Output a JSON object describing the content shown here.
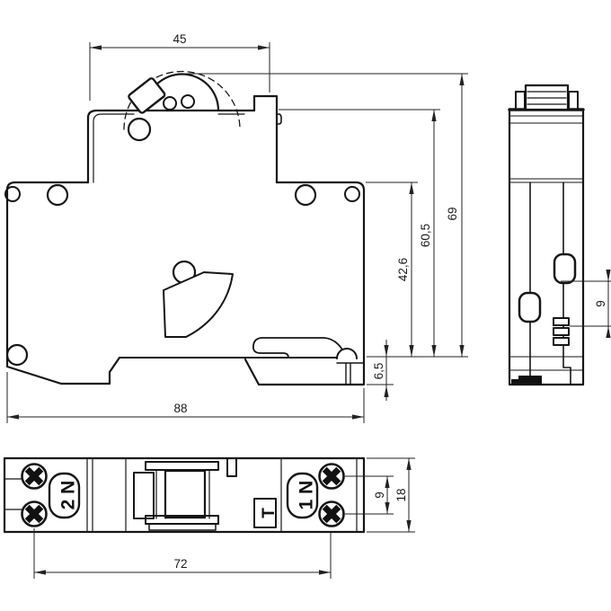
{
  "drawing": {
    "front_view": {
      "dim_module_width": "45",
      "dim_overall": "88",
      "dim_depth_total": "69",
      "dim_depth_body": "60,5",
      "dim_depth_base": "42,6",
      "dim_rail_recess": "6,5"
    },
    "bottom_view": {
      "dim_screw_span": "72",
      "dim_screw_pitch": "9",
      "dim_width": "18",
      "terminal_left_label": "2 N",
      "terminal_right_label": "1 N",
      "test_button_label": "T"
    },
    "side_view": {
      "dim_screw_offset": "9"
    }
  }
}
